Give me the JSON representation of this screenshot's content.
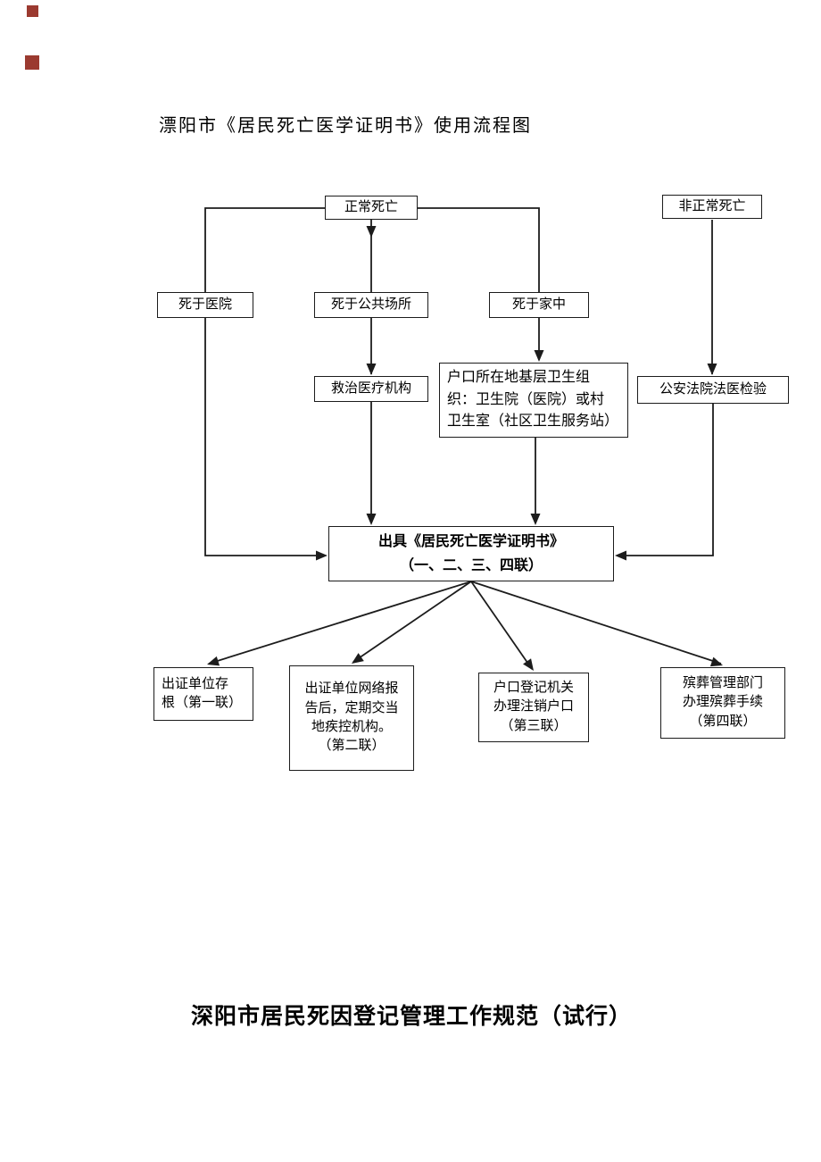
{
  "document": {
    "title": "漂阳市《居民死亡医学证明书》使用流程图",
    "footer_heading": "深阳市居民死因登记管理工作规范（试行）"
  },
  "flowchart": {
    "normal_death": "正常死亡",
    "abnormal_death": "非正常死亡",
    "died_in_hospital": "死于医院",
    "died_in_public_place": "死于公共场所",
    "died_at_home": "死于家中",
    "treating_medical_institution": "救治医疗机构",
    "local_health_organization": "户口所在地基层卫生组\n织：卫生院（医院）或村\n卫生室（社区卫生服务站）",
    "forensic_examination": "公安法院法医检验",
    "issue_certificate": "出具《居民死亡医学证明书》\n（一、二、三、四联）",
    "copy1_stub": "出证单位存\n根（第一联）",
    "copy2_network_report": "出证单位网络报\n告后，定期交当\n地疾控机构。\n（第二联）",
    "copy3_household_registry": "户口登记机关\n办理注销户口\n（第三联）",
    "copy4_funeral_department": "殡葬管理部门\n办理殡葬手续\n（第四联）"
  },
  "colors": {
    "line": "#1c1c1c",
    "box_border": "#1c1c1c",
    "annotation_mark": "#9b3a30",
    "page_background": "#ffffff"
  }
}
